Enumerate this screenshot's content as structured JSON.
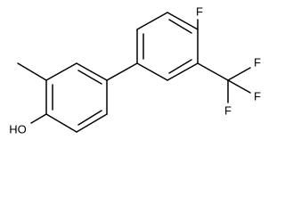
{
  "molecule": {
    "atom_labels": {
      "fluoro_top": "F",
      "cf3_f_top": "F",
      "cf3_f_right": "F",
      "cf3_f_bottom": "F",
      "hydroxyl": "HO"
    }
  }
}
